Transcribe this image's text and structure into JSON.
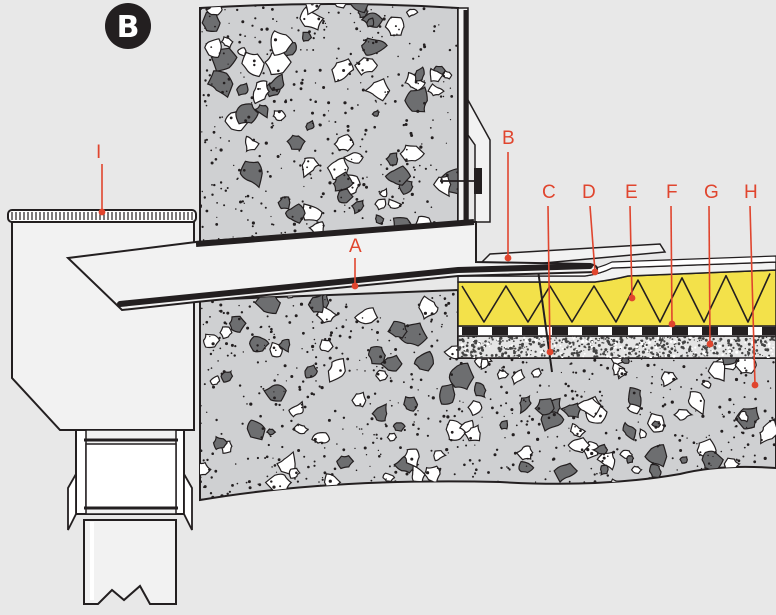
{
  "figure": {
    "badge": "B",
    "callouts": [
      {
        "id": "A",
        "label": "A"
      },
      {
        "id": "B",
        "label": "B"
      },
      {
        "id": "C",
        "label": "C"
      },
      {
        "id": "D",
        "label": "D"
      },
      {
        "id": "E",
        "label": "E"
      },
      {
        "id": "F",
        "label": "F"
      },
      {
        "id": "G",
        "label": "G"
      },
      {
        "id": "H",
        "label": "H"
      },
      {
        "id": "I",
        "label": "I"
      }
    ]
  },
  "colors": {
    "background": "#e8e8e8",
    "concrete": "#cfd0d2",
    "aggregate_dark": "#6d6e70",
    "aggregate_light": "#ffffff",
    "outline": "#231f20",
    "insulation": "#f3e14a",
    "callout": "#e0452e",
    "metal_light": "#f2f2f2",
    "badge": "#231f20"
  }
}
